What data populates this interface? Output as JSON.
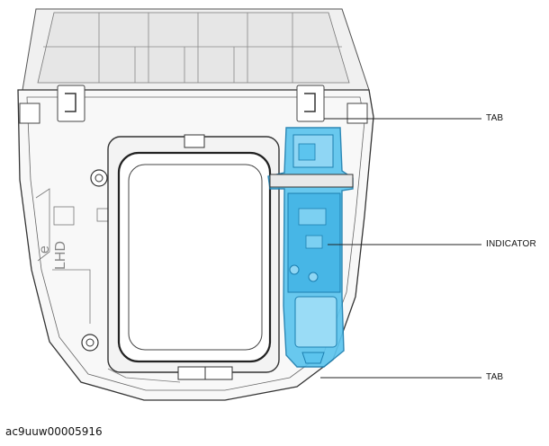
{
  "callouts": {
    "tab_top": "TAB",
    "indicator": "INDICATOR",
    "tab_bottom": "TAB"
  },
  "caption": "ac9uuw00005916",
  "housing_labels": {
    "lhd": "LHD",
    "e_mark": "e"
  },
  "colors": {
    "highlight": "#2aa8e0",
    "highlight_fill": "#5cc4ee",
    "line": "#3a3a3a",
    "panel_fill": "#f4f4f4"
  }
}
